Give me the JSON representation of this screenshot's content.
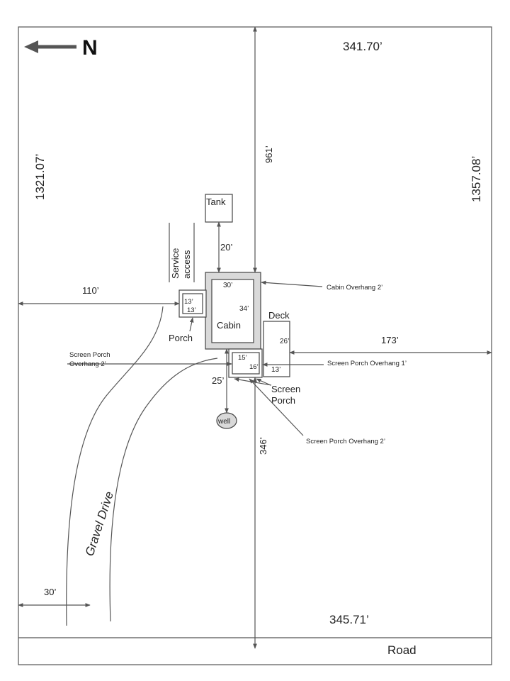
{
  "compass": {
    "label": "N"
  },
  "boundaries": {
    "top": "341.70’",
    "bottom": "345.71’",
    "left": "1321.07’",
    "right": "1357.08’"
  },
  "road": {
    "label": "Road"
  },
  "drive": {
    "label": "Gravel Drive"
  },
  "service": {
    "line1": "Service",
    "line2": "access"
  },
  "structures": {
    "tank": "Tank",
    "cabin": "Cabin",
    "porch": "Porch",
    "deck": "Deck",
    "screen_porch_line1": "Screen",
    "screen_porch_line2": "Porch",
    "well": "well"
  },
  "dimensions": {
    "north_961": "961’",
    "tank_gap_20": "20’",
    "west_110": "110’",
    "east_173": "173’",
    "well_25": "25’",
    "south_346": "346’",
    "corner_30": "30’",
    "cabin_30": "30’",
    "cabin_34": "34’",
    "porch_13a": "13’",
    "porch_13b": "13’",
    "deck_26": "26’",
    "deck_13": "13’",
    "screen_15": "15’",
    "screen_16": "16’"
  },
  "notes": {
    "cabin_overhang": "Cabin Overhang 2’",
    "screen_overhang_left_1": "Screen Porch",
    "screen_overhang_left_2": "Overhang 2’",
    "screen_overhang_1": "Screen Porch Overhang 1’",
    "screen_overhang_2": "Screen Porch Overhang 2’"
  }
}
